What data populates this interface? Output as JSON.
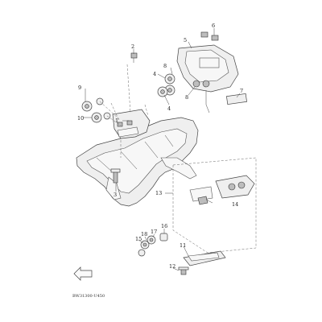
{
  "diagram": {
    "callouts": {
      "c1": "1",
      "c2": "2",
      "c3": "3",
      "c4a": "4",
      "c4b": "4",
      "c5": "5",
      "c6": "6",
      "c7": "7",
      "c8a": "8",
      "c8b": "8",
      "c9": "9",
      "c10": "10",
      "c11": "11",
      "c12": "12",
      "c13": "13",
      "c14": "14",
      "c15": "15",
      "c16": "16",
      "c17": "17",
      "c18": "18"
    },
    "diagram_code": "BW31300-U450"
  }
}
